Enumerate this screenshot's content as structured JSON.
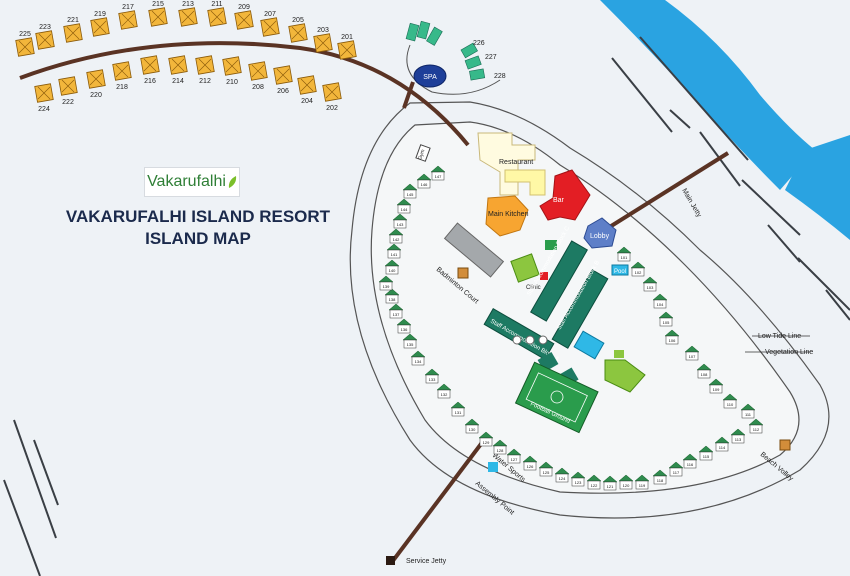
{
  "brand": {
    "logo_text": "Vakarufalhi",
    "icon": "leaf-icon"
  },
  "title": {
    "line1": "VAKARUFALHI ISLAND RESORT",
    "line2": "ISLAND MAP"
  },
  "colors": {
    "water_vila": "#f2b63b",
    "beach_vila": "#2f8b4e",
    "jetty": "#5a3324",
    "sea": "#2aa3e1",
    "spa": "#1e3f99",
    "bar": "#e31e24",
    "kitchen": "#f7a531",
    "lobby": "#5e7fc8",
    "staff": "#1d7a63",
    "grey_building": "#a4a8ab"
  },
  "water_villas_top": [
    "225",
    "223",
    "221",
    "219",
    "217",
    "215",
    "213",
    "211",
    "209",
    "207",
    "205",
    "203",
    "201"
  ],
  "water_villas_bottom": [
    "224",
    "222",
    "220",
    "218",
    "216",
    "214",
    "212",
    "210",
    "208",
    "206",
    "204",
    "202"
  ],
  "spa_villas": [
    "226",
    "227",
    "228"
  ],
  "places": {
    "spa": "SPA",
    "restaurant": "Restaurant",
    "bar": "Bar",
    "main_kitchen": "Main Kitchen",
    "lobby": "Lobby",
    "gym": "Gym",
    "badminton": "Badminton Court",
    "clinic": "Clinic",
    "pool": "Pool",
    "staff_a": "Staff Accommodation Block A",
    "staff_b": "Staff Accommodation Block B",
    "staff_c": "Staff Accommodation Block C",
    "football": "Football Ground",
    "water_sports": "Water Sports",
    "assembly_point": "Assembly Point",
    "beach_volley": "Beach Volley",
    "main_jetty": "Main Jetty",
    "service_jetty": "Service Jetty",
    "low_tide": "Low Tide Line",
    "vegetation": "Vegetation Line"
  },
  "beach_villas": [
    "101",
    "102",
    "103",
    "104",
    "105",
    "106",
    "107",
    "108",
    "109",
    "110",
    "111",
    "112",
    "113",
    "114",
    "115",
    "116",
    "117",
    "118",
    "119",
    "120",
    "121",
    "122",
    "123",
    "124",
    "125",
    "126",
    "127",
    "128",
    "129",
    "130",
    "131",
    "132",
    "133",
    "134",
    "135",
    "136",
    "137",
    "138",
    "139",
    "140",
    "141",
    "142",
    "143",
    "144",
    "145",
    "146",
    "147",
    "148"
  ]
}
